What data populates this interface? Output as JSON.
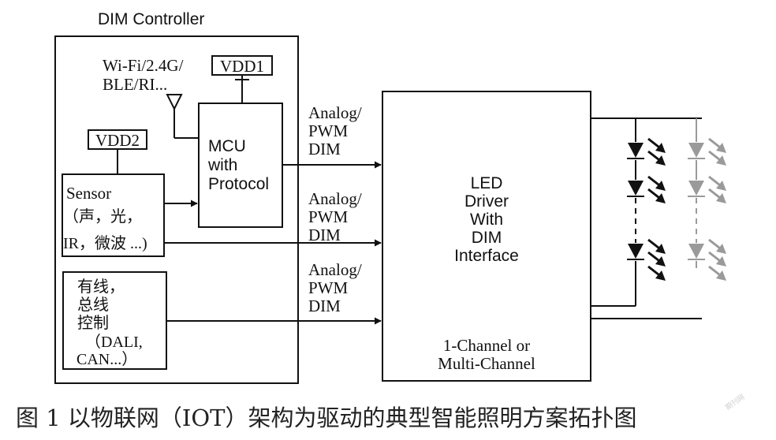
{
  "controller": {
    "title": "DIM Controller",
    "wireless_label": [
      "Wi-Fi/2.4G/",
      "BLE/RI..."
    ],
    "vdd1": "VDD1",
    "vdd2": "VDD2",
    "mcu": [
      "MCU",
      "with",
      "Protocol"
    ],
    "sensor": [
      "Sensor",
      "（声，光，",
      "IR，微波 ...)"
    ],
    "wired": [
      "有线，",
      "总线",
      "控制",
      "（DALI,",
      "CAN...）"
    ]
  },
  "signals": [
    [
      "Analog/",
      "PWM",
      "DIM"
    ],
    [
      "Analog/",
      "PWM",
      "DIM"
    ],
    [
      "Analog/",
      "PWM",
      "DIM"
    ]
  ],
  "driver": {
    "title": [
      "LED",
      "Driver",
      "With",
      "DIM",
      "Interface"
    ],
    "footer": [
      "1-Channel or",
      "Multi-Channel"
    ]
  },
  "led_strings": [
    {
      "color": "#111111",
      "active": true
    },
    {
      "color": "#9a9a9a",
      "active": false
    }
  ],
  "caption": "图 1   以物联网（IOT）架构为驱动的典型智能照明方案拓扑图",
  "watermark": "期刊网"
}
